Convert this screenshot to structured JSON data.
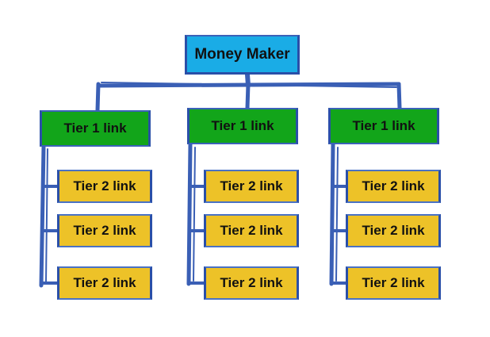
{
  "colors": {
    "root_fill": "#1aace6",
    "tier1_fill": "#12a51a",
    "tier2_fill": "#edc228",
    "line": "#3a5fb5"
  },
  "root": {
    "label": "Money Maker"
  },
  "tier1": [
    {
      "label": "Tier 1 link",
      "children": [
        "Tier 2 link",
        "Tier 2 link",
        "Tier 2 link"
      ]
    },
    {
      "label": "Tier 1 link",
      "children": [
        "Tier 2 link",
        "Tier 2 link",
        "Tier 2 link"
      ]
    },
    {
      "label": "Tier 1 link",
      "children": [
        "Tier 2 link",
        "Tier 2 link",
        "Tier 2 link"
      ]
    }
  ]
}
